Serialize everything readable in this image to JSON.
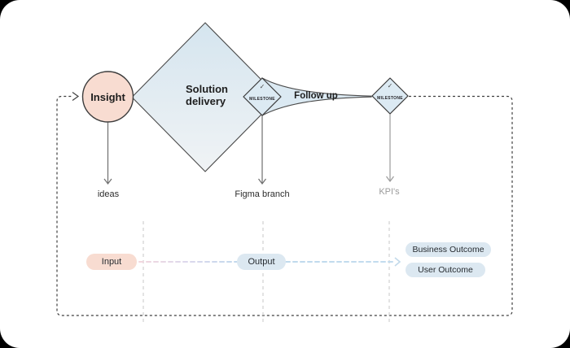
{
  "diagram": {
    "nodes": {
      "insight": {
        "label": "Insight"
      },
      "solution_delivery": {
        "label": "Solution delivery"
      },
      "milestone_1": {
        "label": "MILESTONE",
        "check": "✓"
      },
      "milestone_2": {
        "label": "MILESTONE",
        "check": "✓"
      },
      "follow_up": {
        "label": "Follow up"
      }
    },
    "outputs": {
      "ideas": "ideas",
      "figma_branch": "Figma branch",
      "kpis": "KPI's"
    },
    "legend": {
      "input": "Input",
      "output": "Output",
      "business_outcome": "Business Outcome",
      "user_outcome": "User Outcome"
    },
    "colors": {
      "peach": "#f8dcd1",
      "light_blue": "#dbe9f2",
      "pill_blue": "#dce8f1",
      "stroke_dark": "#3f3f3f",
      "guide_gray": "#d0d0d0",
      "text_dark": "#1e1e1e",
      "text_gray": "#9b9b9b"
    }
  }
}
